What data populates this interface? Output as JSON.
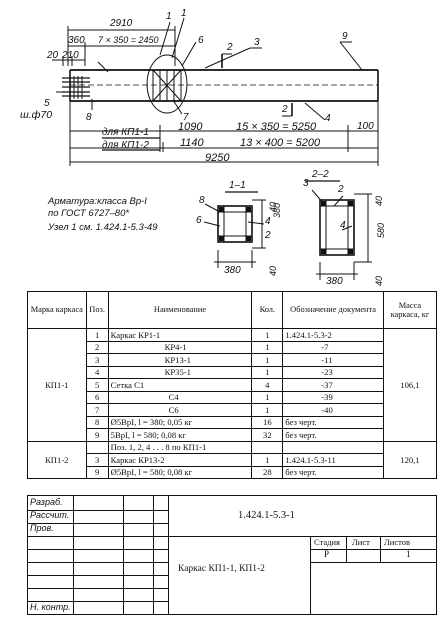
{
  "drawing": {
    "dims_top": [
      "2910",
      "7 × 350 = 2450",
      "360",
      "20",
      "210"
    ],
    "dims_bottom": {
      "kp11_label": "для КП1-1",
      "kp12_label": "для КП1-2",
      "kp11_left": "1090",
      "kp11_right": "15 × 350 = 5250",
      "kp12_left": "1140",
      "kp12_right": "13 × 400 = 5200",
      "end": "100",
      "total": "9250"
    },
    "callouts": [
      "1",
      "1",
      "6",
      "3",
      "2",
      "9",
      "2",
      "5",
      "8",
      "7",
      "4"
    ],
    "rebar_label": "ш.ф70"
  },
  "notes": [
    "Арматура:класса Вр-I",
    "по ГОСТ 6727–80*",
    "Узел 1 см. 1.424.1-5.3-49"
  ],
  "sections": {
    "s1": {
      "title": "1–1",
      "marks": [
        "8",
        "4",
        "6",
        "2"
      ],
      "w": "380",
      "h": "380",
      "t": "40"
    },
    "s2": {
      "title": "2–2",
      "marks": [
        "3",
        "2",
        "4"
      ],
      "w": "380",
      "h": "580",
      "t": "40"
    }
  },
  "table": {
    "headers": [
      "Марка каркаса",
      "Поз.",
      "Наименование",
      "Кол.",
      "Обозначение документа",
      "Масса каркаса, кг"
    ],
    "group1": {
      "mark": "КП1-1",
      "mass": "106,1",
      "rows": [
        {
          "pos": "1",
          "name": "Каркас КР1-1",
          "qty": "1",
          "doc": "1.424.1-5.3-2"
        },
        {
          "pos": "2",
          "name": "КР4-1",
          "qty": "1",
          "doc": "-7"
        },
        {
          "pos": "3",
          "name": "КР13-1",
          "qty": "1",
          "doc": "-11"
        },
        {
          "pos": "4",
          "name": "КР35-1",
          "qty": "1",
          "doc": "-23"
        },
        {
          "pos": "5",
          "name": "Сетка С1",
          "qty": "4",
          "doc": "-37"
        },
        {
          "pos": "6",
          "name": "С4",
          "qty": "1",
          "doc": "-39"
        },
        {
          "pos": "7",
          "name": "С6",
          "qty": "1",
          "doc": "-40"
        },
        {
          "pos": "8",
          "name": "Ø5ВрI, l = 380; 0,05 кг",
          "qty": "16",
          "doc": "без черт."
        },
        {
          "pos": "9",
          "name": "5ВрI, l = 580; 0,08 кг",
          "qty": "32",
          "doc": "без черт."
        }
      ]
    },
    "group2": {
      "mark": "КП1-2",
      "mass": "120,1",
      "note": "Поз. 1, 2, 4 . . . 8 по КП1-1",
      "rows": [
        {
          "pos": "3",
          "name": "Каркас КР13-2",
          "qty": "1",
          "doc": "1.424.1-5.3-11"
        },
        {
          "pos": "9",
          "name": "Ø5ВрI, l = 580; 0,08 кг",
          "qty": "28",
          "doc": "без черт."
        }
      ]
    }
  },
  "title_block": {
    "roles": [
      "Разраб.",
      "Рассчит.",
      "Пров.",
      "Н. контр."
    ],
    "code": "1.424.1-5.3-1",
    "title": "Каркас КП1-1, КП1-2",
    "stage_label": "Стадия",
    "sheet_label": "Лист",
    "sheets_label": "Листов",
    "stage": "Р",
    "sheets": "1"
  }
}
